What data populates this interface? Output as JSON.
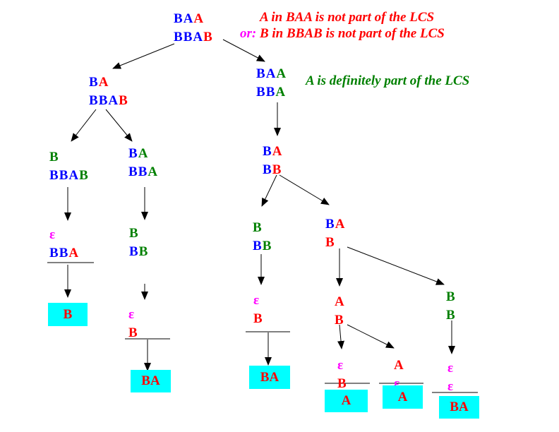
{
  "colors": {
    "blue": "#0000ff",
    "red": "#ff0000",
    "green": "#008000",
    "magenta": "#ff00ff",
    "result_box": "#00ffff",
    "edge": "#000000"
  },
  "annotations": {
    "root_note_1": "A in BAA is not part of the LCS",
    "root_note_or": "or:",
    "root_note_2": "B in BBAB is not part of the LCS",
    "right_branch_note": "A is definitely part of the LCS"
  },
  "nodes": [
    {
      "id": "root",
      "line1": [
        [
          "B",
          "blue"
        ],
        [
          "A",
          "blue"
        ],
        [
          "A",
          "red"
        ]
      ],
      "line2": [
        [
          "B",
          "blue"
        ],
        [
          "B",
          "blue"
        ],
        [
          "A",
          "blue"
        ],
        [
          "B",
          "red"
        ]
      ]
    },
    {
      "id": "n1",
      "line1": [
        [
          "B",
          "blue"
        ],
        [
          "A",
          "red"
        ]
      ],
      "line2": [
        [
          "B",
          "blue"
        ],
        [
          "B",
          "blue"
        ],
        [
          "A",
          "blue"
        ],
        [
          "B",
          "red"
        ]
      ]
    },
    {
      "id": "n2",
      "line1": [
        [
          "B",
          "blue"
        ],
        [
          "A",
          "blue"
        ],
        [
          "A",
          "green"
        ]
      ],
      "line2": [
        [
          "B",
          "blue"
        ],
        [
          "B",
          "blue"
        ],
        [
          "A",
          "green"
        ]
      ]
    },
    {
      "id": "n3",
      "line1": [
        [
          "B",
          "green"
        ]
      ],
      "line2": [
        [
          "B",
          "blue"
        ],
        [
          "B",
          "blue"
        ],
        [
          "A",
          "blue"
        ],
        [
          "B",
          "green"
        ]
      ]
    },
    {
      "id": "n4",
      "line1": [
        [
          "B",
          "blue"
        ],
        [
          "A",
          "green"
        ]
      ],
      "line2": [
        [
          "B",
          "blue"
        ],
        [
          "B",
          "blue"
        ],
        [
          "A",
          "green"
        ]
      ]
    },
    {
      "id": "n5",
      "line1": [
        [
          "B",
          "blue"
        ],
        [
          "A",
          "red"
        ]
      ],
      "line2": [
        [
          "B",
          "blue"
        ],
        [
          "B",
          "red"
        ]
      ]
    },
    {
      "id": "n6",
      "line1": [
        [
          "ε",
          "magenta"
        ]
      ],
      "line2": [
        [
          "B",
          "blue"
        ],
        [
          "B",
          "blue"
        ],
        [
          "A",
          "red"
        ]
      ]
    },
    {
      "id": "n7",
      "line1": [
        [
          "B",
          "green"
        ]
      ],
      "line2": [
        [
          "B",
          "blue"
        ],
        [
          "B",
          "green"
        ]
      ]
    },
    {
      "id": "n8",
      "line1": [
        [
          "B",
          "green"
        ]
      ],
      "line2": [
        [
          "B",
          "blue"
        ],
        [
          "B",
          "green"
        ]
      ]
    },
    {
      "id": "n9",
      "line1": [
        [
          "B",
          "blue"
        ],
        [
          "A",
          "red"
        ]
      ],
      "line2": [
        [
          "B",
          "red"
        ]
      ]
    },
    {
      "id": "n10",
      "line1": [
        [
          "ε",
          "magenta"
        ]
      ],
      "line2": [
        [
          "B",
          "red"
        ]
      ]
    },
    {
      "id": "n11",
      "line1": [
        [
          "ε",
          "magenta"
        ]
      ],
      "line2": [
        [
          "B",
          "red"
        ]
      ]
    },
    {
      "id": "n12",
      "line1": [
        [
          "A",
          "red"
        ]
      ],
      "line2": [
        [
          "B",
          "red"
        ]
      ]
    },
    {
      "id": "n13",
      "line1": [
        [
          "B",
          "green"
        ]
      ],
      "line2": [
        [
          "B",
          "green"
        ]
      ]
    },
    {
      "id": "n14",
      "line1": [
        [
          "ε",
          "magenta"
        ]
      ],
      "line2": [
        [
          "B",
          "red"
        ]
      ]
    },
    {
      "id": "n15",
      "line1": [
        [
          "A",
          "red"
        ]
      ],
      "line2": [
        [
          "ε",
          "magenta"
        ]
      ]
    },
    {
      "id": "n16",
      "line1": [
        [
          "ε",
          "magenta"
        ]
      ],
      "line2": [
        [
          "ε",
          "magenta"
        ]
      ]
    }
  ],
  "results": [
    {
      "id": "r1",
      "text": "B"
    },
    {
      "id": "r2",
      "text": "BA"
    },
    {
      "id": "r3",
      "text": "BA"
    },
    {
      "id": "r4",
      "text": "A"
    },
    {
      "id": "r5",
      "text": "A"
    },
    {
      "id": "r6",
      "text": "BA"
    }
  ]
}
